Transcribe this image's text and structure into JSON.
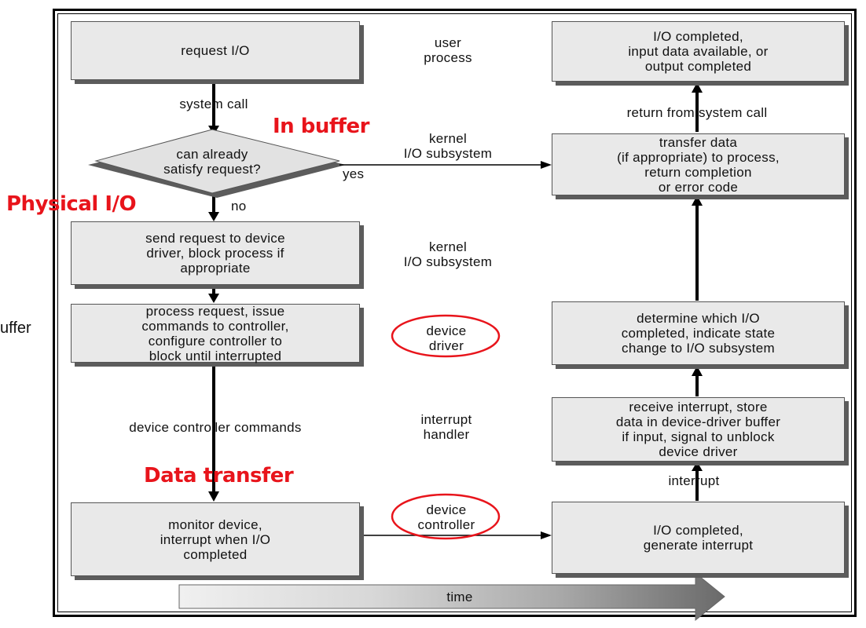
{
  "boxes": {
    "request_io": "request I/O",
    "send_request": "send request to device\ndriver, block process if\nappropriate",
    "process_request": "process request, issue\ncommands to controller,\nconfigure controller to\nblock until interrupted",
    "monitor_device": "monitor device,\ninterrupt when I/O\ncompleted",
    "io_completed_data": "I/O completed,\ninput data available, or\noutput completed",
    "transfer_data": "transfer data\n(if appropriate) to process,\nreturn completion\nor error code",
    "determine_io": "determine which I/O\ncompleted, indicate state\nchange to I/O subsystem",
    "receive_interrupt": "receive interrupt, store\ndata in device-driver buffer\nif input, signal to unblock\ndevice driver",
    "io_completed_generate": "I/O completed,\ngenerate interrupt"
  },
  "decision": "can already\nsatisfy request?",
  "layers": {
    "user_process": "user\nprocess",
    "kernel_io_1": "kernel\nI/O subsystem",
    "kernel_io_2": "kernel\nI/O subsystem",
    "device_driver": "device\ndriver",
    "interrupt_handler": "interrupt\nhandler",
    "device_controller": "device\ncontroller"
  },
  "edge_labels": {
    "system_call": "system call",
    "yes": "yes",
    "no": "no",
    "device_controller_commands": "device controller commands",
    "return_from_system_call": "return from system call",
    "interrupt": "interrupt"
  },
  "timeline_label": "time",
  "annotations": {
    "in_buffer": "In buffer",
    "physical_io": "Physical I/O",
    "data_transfer": "Data transfer",
    "clipped_text": "uffer"
  },
  "colors": {
    "annotation_red": "#e8141b",
    "box_fill": "#e9e9e9",
    "box_shadow": "#5c5c5c"
  }
}
